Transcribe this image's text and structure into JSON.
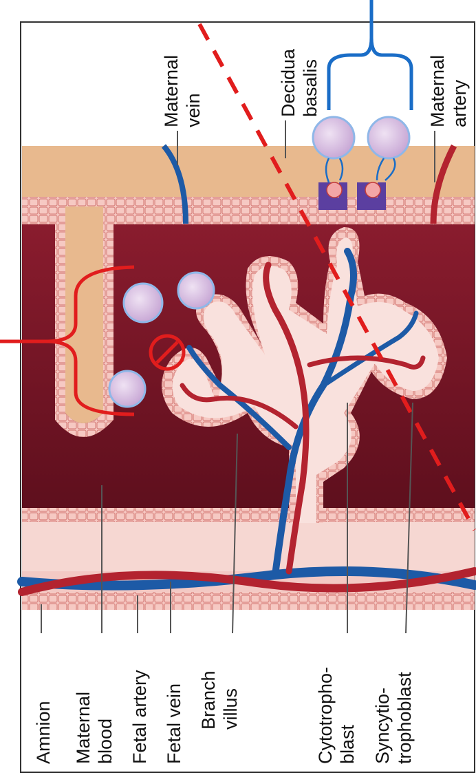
{
  "labels": {
    "maternal_vein": [
      "Maternal",
      "vein"
    ],
    "decidua_basalis": [
      "Decidua",
      "basalis"
    ],
    "maternal_artery": [
      "Maternal",
      "artery"
    ],
    "amnion": [
      "Amnion"
    ],
    "maternal_blood": [
      "Maternal",
      "blood"
    ],
    "fetal_artery": [
      "Fetal artery"
    ],
    "fetal_vein": [
      "Fetal vein"
    ],
    "branch_villus": [
      "Branch",
      "villus"
    ],
    "cytotrophoblast": [
      "Cytotropho-",
      "blast"
    ],
    "syncytiotrophoblast": [
      "Syncytio-",
      "trophoblast"
    ]
  },
  "colors": {
    "maternal_blood": "#7a1526",
    "maternal_blood_light": "#9c2a3c",
    "decidua": "#e8b98e",
    "villus_tissue": "#f6c9c3",
    "cell_outline": "#d98480",
    "fetal_artery": "#b3232f",
    "fetal_vein": "#1d5aa6",
    "annotation_red": "#e11d1d",
    "annotation_blue": "#1a6dc7",
    "vesicle": "#d8c0e0",
    "receptor": "#5b3fa0"
  },
  "icons": [
    "no-entry-icon",
    "antibody-vesicle-icon",
    "receptor-icon"
  ]
}
